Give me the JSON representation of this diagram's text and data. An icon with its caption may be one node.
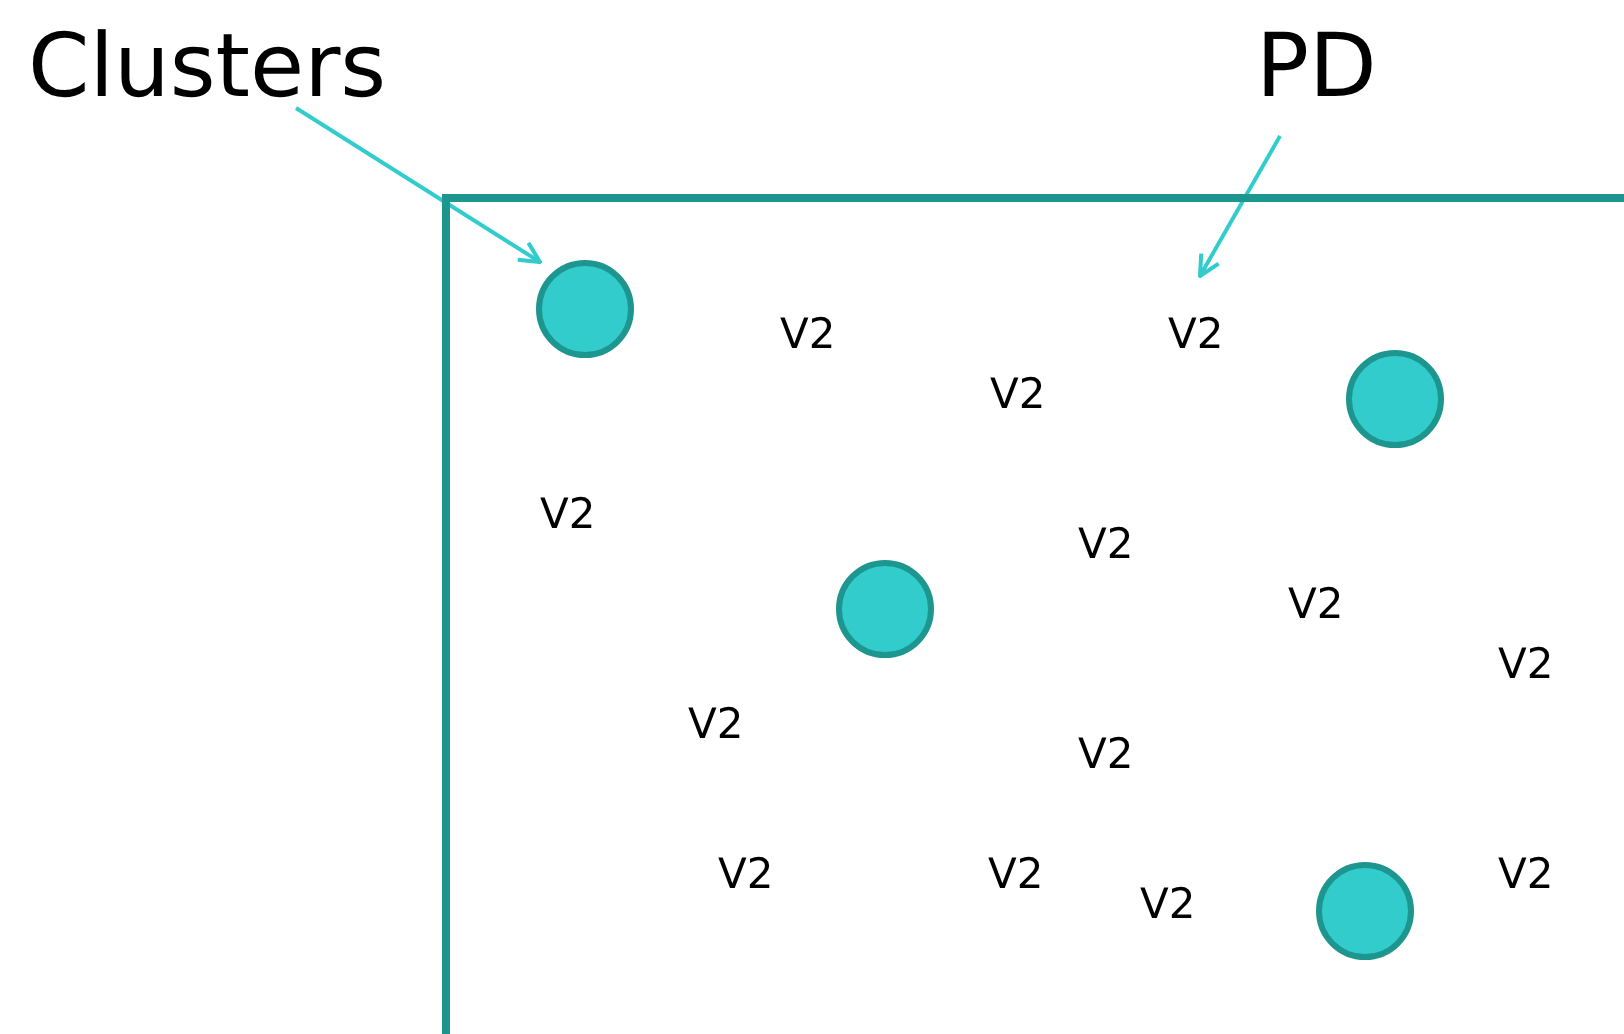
{
  "diagram": {
    "nodes": [
      {
        "text": [
          "Clusters"
        ]
      },
      {
        "text": [
          "PD"
        ]
      },
      {
        "text": [],
        "shape": "box"
      },
      {
        "text": [],
        "shape": "circle",
        "in": 2
      },
      {
        "text": [],
        "shape": "circle",
        "in": 2
      },
      {
        "text": [],
        "shape": "circle",
        "in": 2
      },
      {
        "text": [],
        "shape": "circle",
        "in": 2
      }
    ],
    "edges": [
      {
        "from": 0,
        "to": 3,
        "arrow": "to"
      },
      {
        "from": 1,
        "to": 2,
        "arrow": "to"
      }
    ],
    "labels": [
      "V2",
      "V2",
      "V2",
      "V2",
      "V2",
      "V2",
      "V2",
      "V2",
      "V2",
      "V2",
      "V2",
      "V2",
      "V2"
    ]
  }
}
